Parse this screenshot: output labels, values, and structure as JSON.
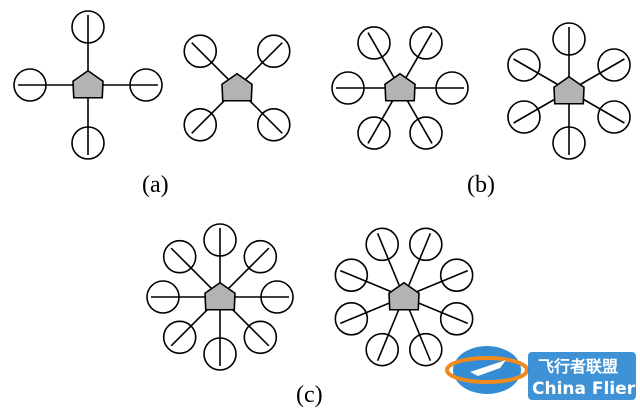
{
  "captions": {
    "a": "(a)",
    "b": "(b)",
    "c": "(c)"
  },
  "colors": {
    "stroke": "#000000",
    "hub_fill": "#b3b3b3",
    "watermark_blue": "#1e7fd0",
    "watermark_orange": "#f08a1c"
  },
  "watermark": {
    "cn": "飞行者联盟",
    "en": "China Flier"
  },
  "configurations": [
    {
      "group": "a",
      "name": "quadrotor-plus",
      "rotors": 4
    },
    {
      "group": "a",
      "name": "quadrotor-x",
      "rotors": 4
    },
    {
      "group": "b",
      "name": "hexarotor-x",
      "rotors": 6
    },
    {
      "group": "b",
      "name": "hexarotor-plus",
      "rotors": 6
    },
    {
      "group": "c",
      "name": "octorotor-plus",
      "rotors": 8
    },
    {
      "group": "c",
      "name": "octorotor-x",
      "rotors": 8
    }
  ]
}
